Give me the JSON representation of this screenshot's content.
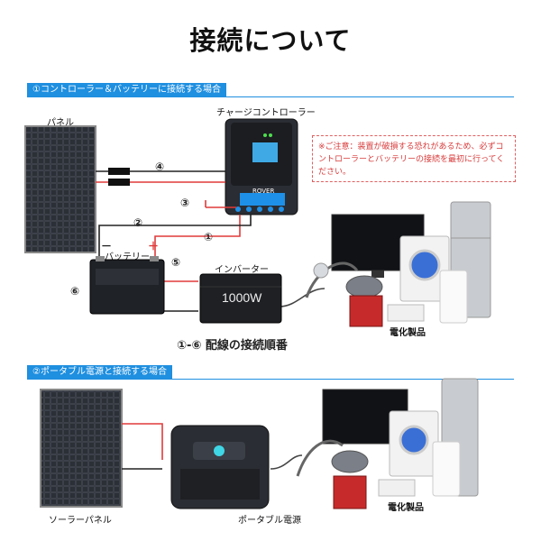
{
  "title": "接続について",
  "section1": {
    "label": "①コントローラー＆バッテリーに接続する場合",
    "panel_label": "パネル",
    "controller_label": "チャージコントローラー",
    "controller_display": "ROVER",
    "warning": "※ご注意：装置が破損する恐れがあるため、必ずコントローラーとバッテリーの接続を最初に行ってください。",
    "battery_label": "バッテリー",
    "inverter_label": "インバーター",
    "inverter_text": "1000W",
    "step_caption": "①-⑥ 配線の接続順番",
    "appliances_label": "電化製品",
    "steps": [
      "①",
      "②",
      "③",
      "④",
      "⑤",
      "⑥"
    ],
    "minus": "－",
    "plus": "＋"
  },
  "section2": {
    "label": "②ポータブル電源と接続する場合",
    "panel_label": "ソーラーパネル",
    "station_label": "ポータブル電源",
    "appliances_label": "電化製品"
  },
  "colors": {
    "accent": "#1f8fe0",
    "warning": "#d83a3a",
    "wire_red": "#e03a3a",
    "wire_black": "#222222"
  }
}
